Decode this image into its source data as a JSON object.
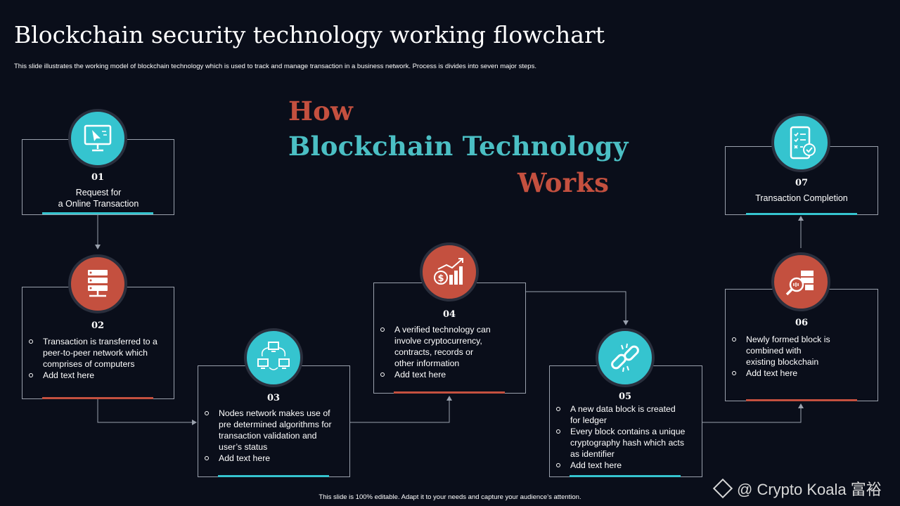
{
  "header": {
    "title": "Blockchain security technology working flowchart",
    "subtitle": "This slide illustrates the working model of blockchain technology which is used to track and manage transaction in a business network. Process is divides into seven major steps."
  },
  "headline": {
    "line1": "How",
    "line2": "Blockchain Technology",
    "line3": "Works"
  },
  "colors": {
    "teal": "#35c4cf",
    "red": "#c4503f",
    "background": "#0a0e1a"
  },
  "steps": [
    {
      "num": "01",
      "icon": "monitor-cursor-icon",
      "line1": "Request for",
      "line2": "a Online Transaction"
    },
    {
      "num": "02",
      "icon": "server-rack-icon",
      "bullets": [
        "Transaction  is transferred  to a",
        "peer-to-peer  network which",
        "comprises of computers",
        "Add text here"
      ]
    },
    {
      "num": "03",
      "icon": "network-computers-icon",
      "bullets": [
        "Nodes network makes use of",
        "pre determined algorithms for",
        "transaction validation  and",
        "user’s status",
        "Add text here"
      ]
    },
    {
      "num": "04",
      "icon": "crypto-growth-chart-icon",
      "bullets": [
        "A verified  technology can",
        "involve  cryptocurrency,",
        "contracts, records or",
        "other information",
        "Add text here"
      ]
    },
    {
      "num": "05",
      "icon": "broken-chain-link-icon",
      "bullets": [
        "A new data block is created",
        "for ledger",
        "Every block contains a unique",
        "cryptography hash which acts",
        "as identifier",
        "Add text here"
      ]
    },
    {
      "num": "06",
      "icon": "blocks-search-icon",
      "bullets": [
        "Newly formed block is",
        "combined with",
        "existing blockchain",
        "Add text here"
      ]
    },
    {
      "num": "07",
      "icon": "phone-checklist-icon",
      "line1": "Transaction Completion"
    }
  ],
  "footer": {
    "text": "This slide is 100% editable.  Adapt it to your needs and capture your audience’s attention."
  },
  "watermark": {
    "text": "@ Crypto Koala 富裕"
  }
}
